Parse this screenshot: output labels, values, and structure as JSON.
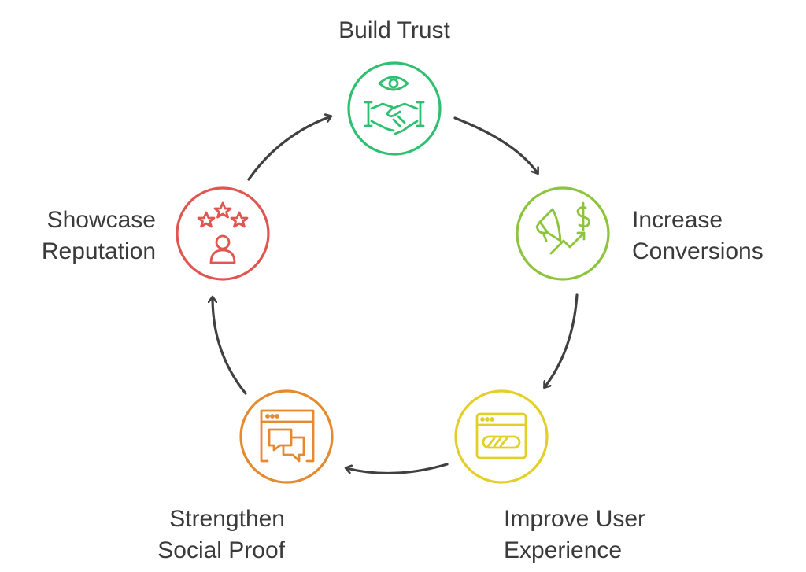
{
  "stages": [
    {
      "id": "build-trust",
      "lines": [
        "Build Trust"
      ],
      "icon": "handshake-eye-icon",
      "color": "#2fbf71"
    },
    {
      "id": "increase-conversions",
      "lines": [
        "Increase",
        "Conversions"
      ],
      "icon": "megaphone-growth-icon",
      "color": "#8cc43c"
    },
    {
      "id": "improve-user-experience",
      "lines": [
        "Improve User",
        "Experience"
      ],
      "icon": "browser-progress-icon",
      "color": "#e3cf2a"
    },
    {
      "id": "strengthen-social-proof",
      "lines": [
        "Strengthen",
        "Social Proof"
      ],
      "icon": "browser-chat-icon",
      "color": "#e6892f"
    },
    {
      "id": "showcase-reputation",
      "lines": [
        "Showcase",
        "Reputation"
      ],
      "icon": "user-rating-icon",
      "color": "#e15550"
    }
  ],
  "arrow_color": "#404040"
}
